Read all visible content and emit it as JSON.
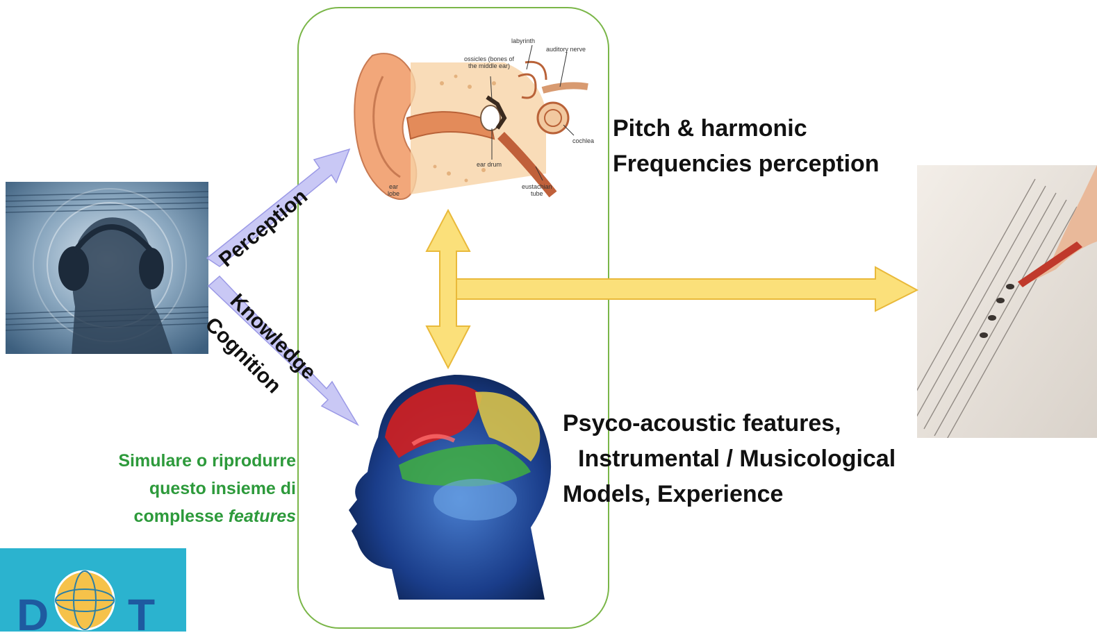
{
  "ear_labels": {
    "labyrinth": "labyrinth",
    "auditory_nerve": "auditory nerve",
    "ossicles_line1": "ossicles (bones of",
    "ossicles_line2": "the middle ear)",
    "cochlea": "cochlea",
    "ear_drum": "ear drum",
    "ear": "ear",
    "lobe": "lobe",
    "eustachian": "eustachian",
    "tube": "tube"
  },
  "arrows": {
    "perception": "Perception",
    "knowledge": "Knowledge",
    "cognition": "Cognition"
  },
  "right_text": {
    "pitch_line1": "Pitch & harmonic",
    "pitch_line2": "Frequencies perception",
    "psyco_line1": "Psyco-acoustic features,",
    "psyco_line2": "Instrumental / Musicological",
    "psyco_line3": "Models, Experience"
  },
  "green_text": {
    "line1": "Simulare o riprodurre",
    "line2": "questo insieme di",
    "line3_prefix": "complesse ",
    "line3_italic": "features"
  },
  "logo": {
    "left": "D",
    "right": "T"
  },
  "colors": {
    "box_border": "#7ab648",
    "lavender_arrow": "#c9c8f5",
    "lavender_stroke": "#9b99e6",
    "yellow_arrow": "#fbe07a",
    "yellow_stroke": "#e9b93a",
    "green_text": "#2d9a3b"
  }
}
